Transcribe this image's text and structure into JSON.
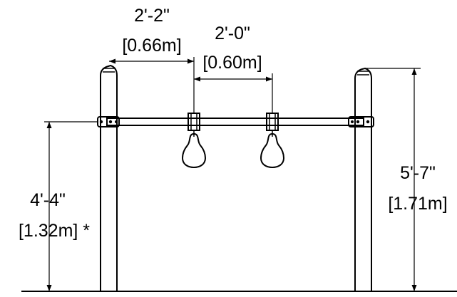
{
  "colors": {
    "line": "#000000",
    "background": "#ffffff",
    "fill": "#ffffff"
  },
  "dimensions": {
    "pivot_spacing": {
      "imperial": "2'-2\"",
      "metric": "[0.66m]"
    },
    "seat_spacing": {
      "imperial": "2'-0\"",
      "metric": "[0.60m]"
    },
    "bar_height": {
      "imperial": "4'-4\"",
      "metric": "[1.32m] *"
    },
    "post_height": {
      "imperial": "5'-7\"",
      "metric": "[1.71m]"
    }
  }
}
